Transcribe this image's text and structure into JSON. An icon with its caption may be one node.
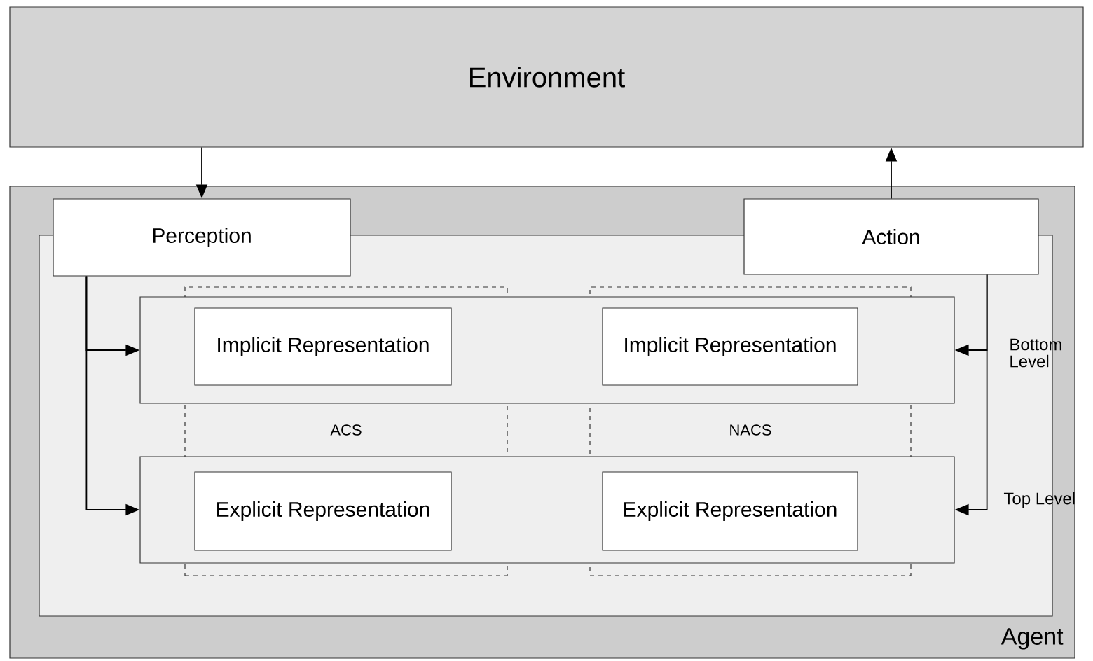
{
  "diagram": {
    "nodes": [
      {
        "text": [
          "Environment"
        ]
      },
      {
        "text": [
          "Agent"
        ]
      },
      {
        "text": [],
        "shape": "box",
        "in": 1
      },
      {
        "text": [
          "Perception"
        ],
        "in": 1
      },
      {
        "text": [
          "Action"
        ],
        "in": 1
      },
      {
        "text": [
          "ACS"
        ],
        "in": 2
      },
      {
        "text": [
          "NACS"
        ],
        "in": 2
      },
      {
        "text": [],
        "shape": "box",
        "in": 2
      },
      {
        "text": [],
        "shape": "box",
        "in": 2
      },
      {
        "text": [
          "Implicit Representation"
        ]
      },
      {
        "text": [
          "Implicit Representation"
        ]
      },
      {
        "text": [
          "Explicit Representation"
        ]
      },
      {
        "text": [
          "Explicit Representation"
        ]
      }
    ],
    "edges": [
      {
        "from": 0,
        "to": 3,
        "arrow": "to"
      },
      {
        "from": 4,
        "to": 0,
        "arrow": "to"
      },
      {
        "from": 3,
        "to": 7,
        "arrow": "to"
      },
      {
        "from": 3,
        "to": 8,
        "arrow": "to"
      },
      {
        "from": 4,
        "to": 7,
        "arrow": "to"
      },
      {
        "from": 4,
        "to": 8,
        "arrow": "to"
      }
    ],
    "labels": [
      "Bottom Level",
      "Top Level"
    ]
  }
}
